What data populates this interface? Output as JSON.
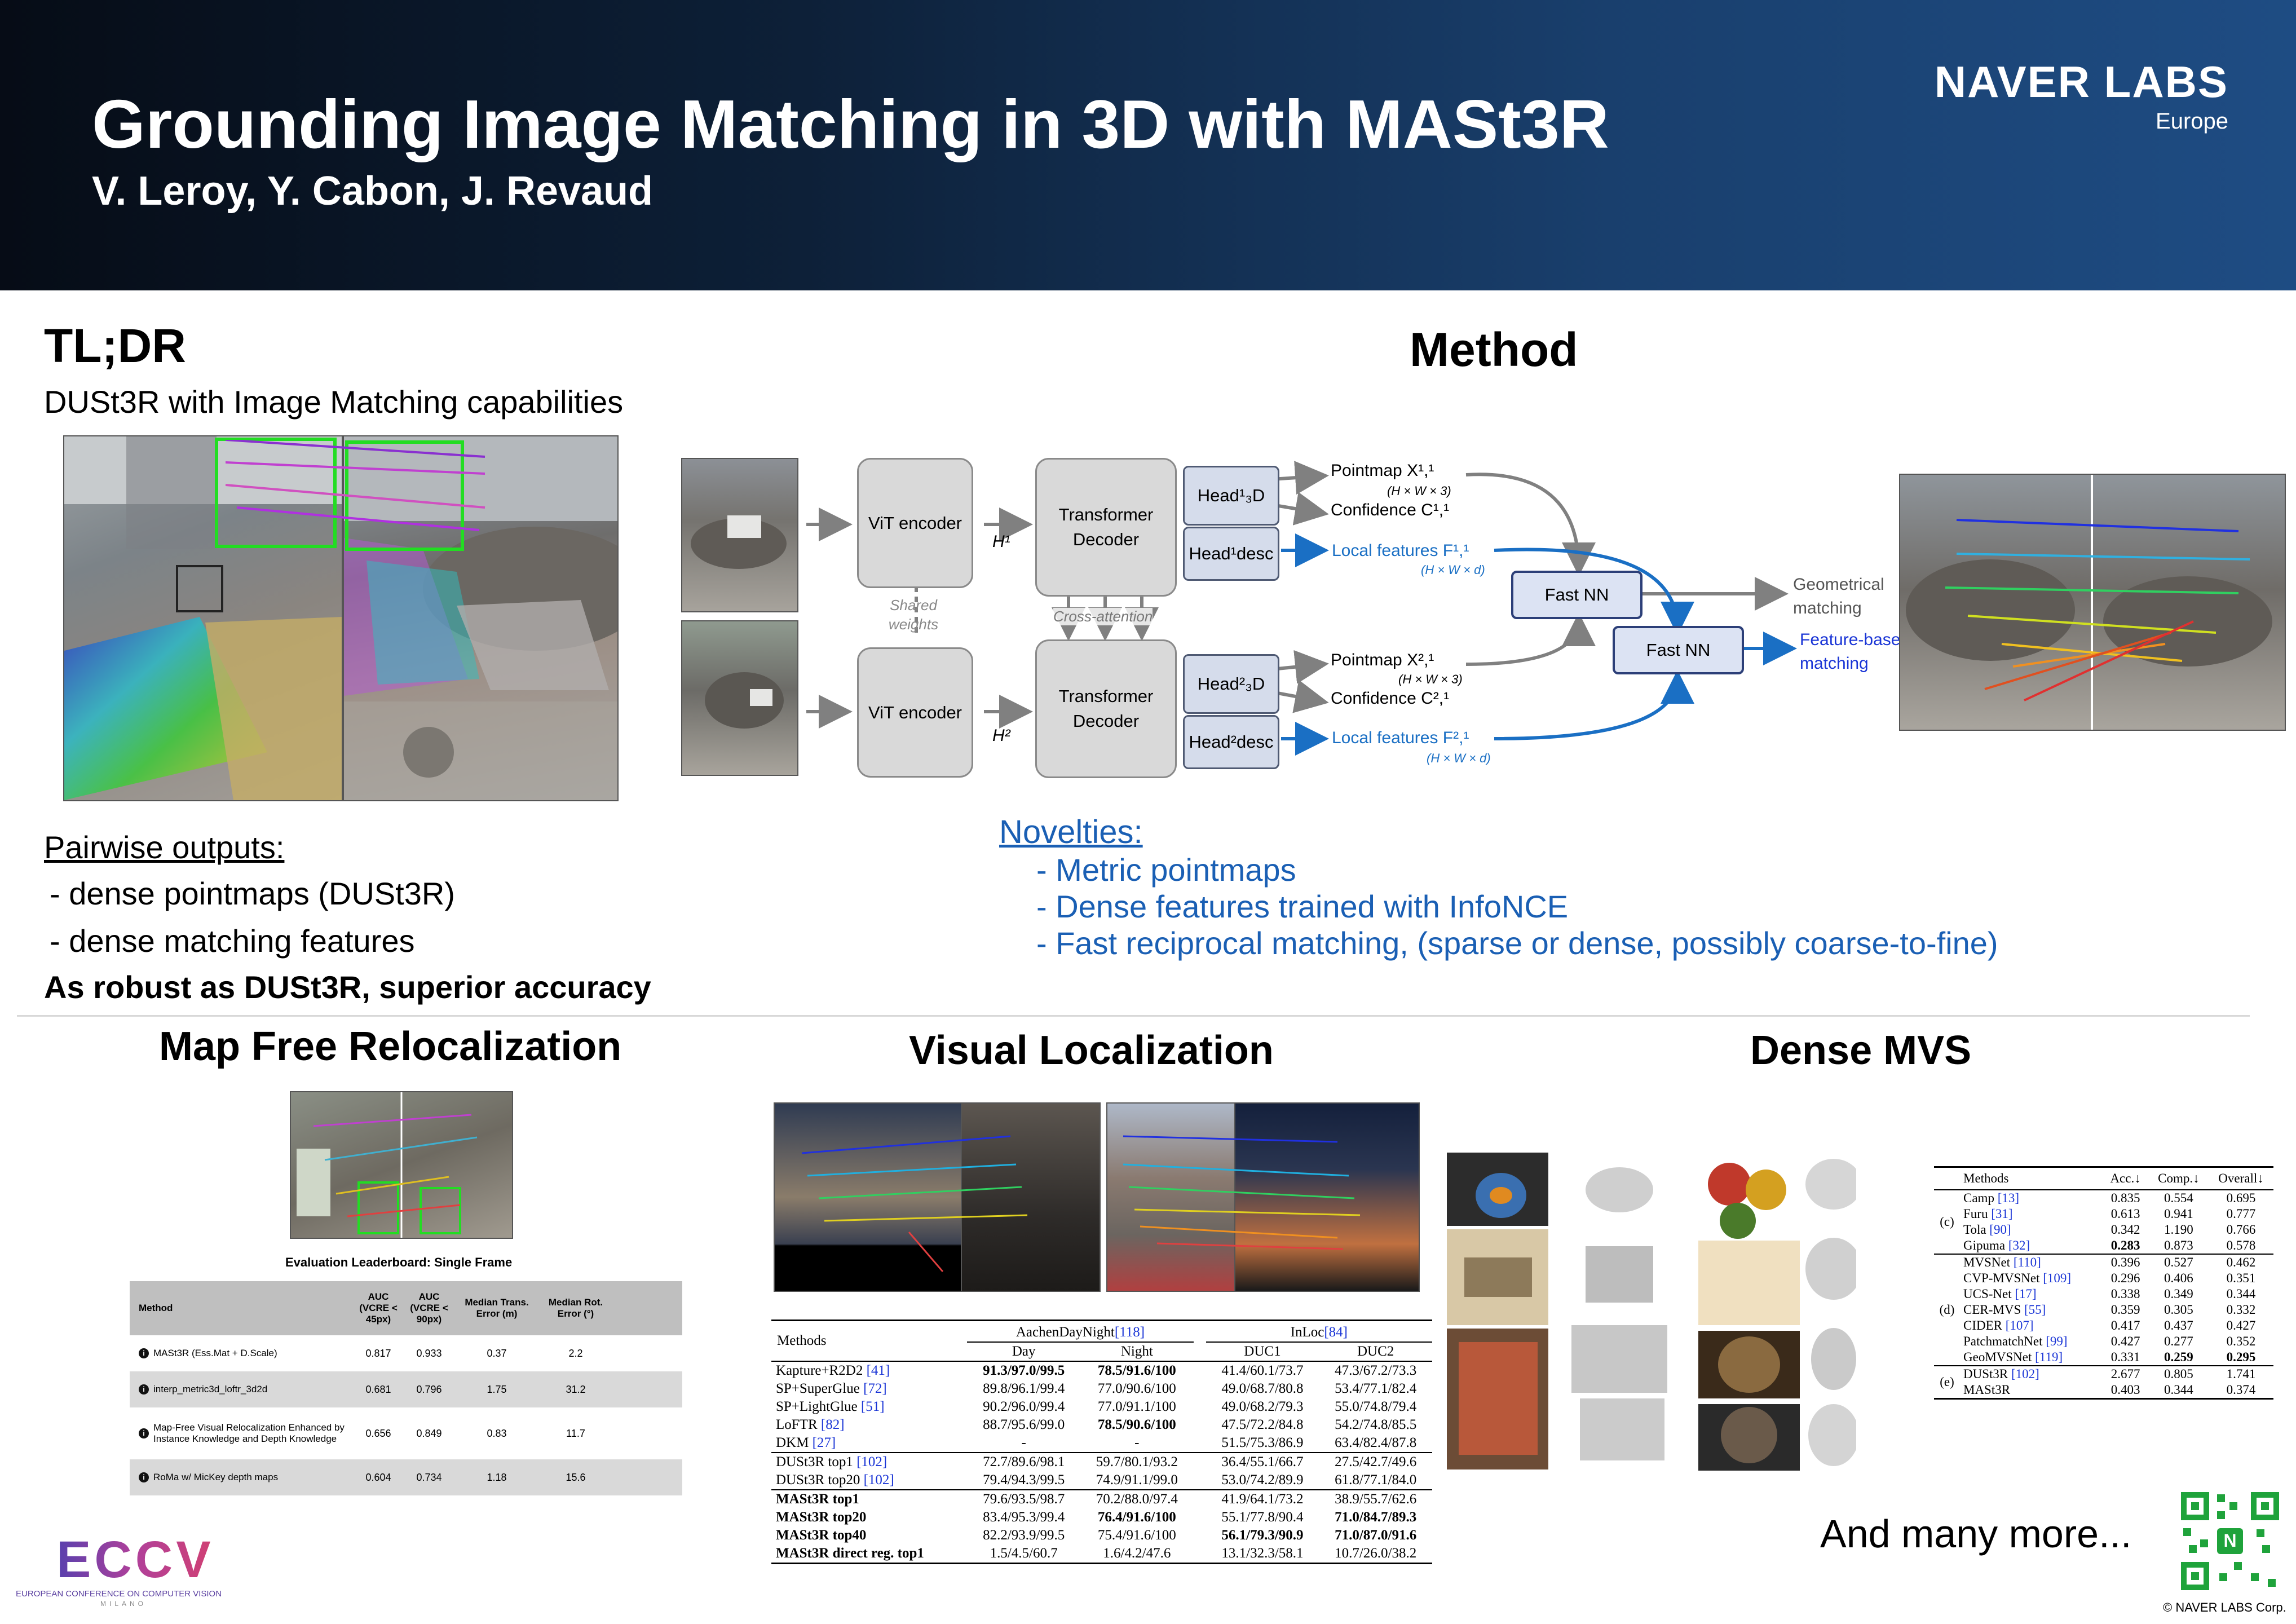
{
  "header": {
    "title": "Grounding Image Matching in 3D with MASt3R",
    "authors": "V. Leroy, Y. Cabon, J. Revaud",
    "logo_main": "NAVER LABS",
    "logo_sub": "Europe"
  },
  "tldr": {
    "heading": "TL;DR",
    "subtitle": "DUSt3R with Image Matching capabilities",
    "pairwise_heading": "Pairwise outputs:",
    "bullet1": "- dense pointmaps (DUSt3R)",
    "bullet2": "- dense matching features",
    "robust": "As robust as DUSt3R, superior accuracy"
  },
  "method": {
    "heading": "Method",
    "vit": "ViT encoder",
    "transformer": "Transformer Decoder",
    "h1": "H¹",
    "h2": "H²",
    "shared": "Shared weights",
    "cross": "Cross-attention",
    "head3d_1": "Head¹₃D",
    "headdesc_1": "Head¹desc",
    "head3d_2": "Head²₃D",
    "headdesc_2": "Head²desc",
    "pointmap1": "Pointmap X¹,¹",
    "confidence1": "Confidence C¹,¹",
    "local1": "Local features F¹,¹",
    "pointmap2": "Pointmap X²,¹",
    "confidence2": "Confidence C²,¹",
    "local2": "Local features F²,¹",
    "dim_hw3": "(H × W × 3)",
    "dim_hwd": "(H × W × d)",
    "fastnn1": "Fast NN",
    "fastnn2": "Fast NN",
    "geometrical": "Geometrical matching",
    "feature_based": "Feature-based matching"
  },
  "novelties": {
    "heading": "Novelties:",
    "items": [
      "- Metric pointmaps",
      "- Dense features trained with InfoNCE",
      "- Fast reciprocal matching, (sparse or dense, possibly coarse-to-fine)"
    ]
  },
  "mapfree": {
    "heading": "Map Free Relocalization",
    "leaderboard_title": "Evaluation Leaderboard: Single Frame",
    "cols": [
      "Method",
      "AUC (VCRE < 45px)",
      "AUC (VCRE < 90px)",
      "Median Trans. Error (m)",
      "Median Rot. Error (°)"
    ],
    "rows": [
      [
        "MASt3R (Ess.Mat + D.Scale)",
        "0.817",
        "0.933",
        "0.37",
        "2.2"
      ],
      [
        "interp_metric3d_loftr_3d2d",
        "0.681",
        "0.796",
        "1.75",
        "31.2"
      ],
      [
        "Map-Free Visual Relocalization Enhanced by Instance Knowledge and Depth Knowledge",
        "0.656",
        "0.849",
        "0.83",
        "11.7"
      ],
      [
        "RoMa w/ MicKey depth maps",
        "0.604",
        "0.734",
        "1.18",
        "15.6"
      ]
    ]
  },
  "visloc": {
    "heading": "Visual Localization",
    "col_methods": "Methods",
    "group1": "AachenDayNight[118]",
    "group2": "InLoc[84]",
    "sub": [
      "Day",
      "Night",
      "DUC1",
      "DUC2"
    ],
    "rows": [
      [
        "Kapture+R2D2 [41]",
        "91.3/97.0/99.5",
        "78.5/91.6/100",
        "41.4/60.1/73.7",
        "47.3/67.2/73.3"
      ],
      [
        "SP+SuperGlue [72]",
        "89.8/96.1/99.4",
        "77.0/90.6/100",
        "49.0/68.7/80.8",
        "53.4/77.1/82.4"
      ],
      [
        "SP+LightGlue [51]",
        "90.2/96.0/99.4",
        "77.0/91.1/100",
        "49.0/68.2/79.3",
        "55.0/74.8/79.4"
      ],
      [
        "LoFTR [82]",
        "88.7/95.6/99.0",
        "78.5/90.6/100",
        "47.5/72.2/84.8",
        "54.2/74.8/85.5"
      ],
      [
        "DKM [27]",
        "-",
        "-",
        "51.5/75.3/86.9",
        "63.4/82.4/87.8"
      ],
      [
        "DUSt3R top1 [102]",
        "72.7/89.6/98.1",
        "59.7/80.1/93.2",
        "36.4/55.1/66.7",
        "27.5/42.7/49.6"
      ],
      [
        "DUSt3R top20 [102]",
        "79.4/94.3/99.5",
        "74.9/91.1/99.0",
        "53.0/74.2/89.9",
        "61.8/77.1/84.0"
      ],
      [
        "MASt3R top1",
        "79.6/93.5/98.7",
        "70.2/88.0/97.4",
        "41.9/64.1/73.2",
        "38.9/55.7/62.6"
      ],
      [
        "MASt3R top20",
        "83.4/95.3/99.4",
        "76.4/91.6/100",
        "55.1/77.8/90.4",
        "71.0/84.7/89.3"
      ],
      [
        "MASt3R top40",
        "82.2/93.9/99.5",
        "75.4/91.6/100",
        "56.1/79.3/90.9",
        "71.0/87.0/91.6"
      ],
      [
        "MASt3R direct reg. top1",
        "1.5/4.5/60.7",
        "1.6/4.2/47.6",
        "13.1/32.3/58.1",
        "10.7/26.0/38.2"
      ]
    ]
  },
  "mvs": {
    "heading": "Dense MVS",
    "cols": [
      "Methods",
      "Acc.↓",
      "Comp.↓",
      "Overall↓"
    ],
    "groups": [
      {
        "label": "(c)",
        "rows": [
          [
            "Camp [13]",
            "0.835",
            "0.554",
            "0.695"
          ],
          [
            "Furu [31]",
            "0.613",
            "0.941",
            "0.777"
          ],
          [
            "Tola [90]",
            "0.342",
            "1.190",
            "0.766"
          ],
          [
            "Gipuma [32]",
            "0.283",
            "0.873",
            "0.578"
          ]
        ]
      },
      {
        "label": "(d)",
        "rows": [
          [
            "MVSNet [110]",
            "0.396",
            "0.527",
            "0.462"
          ],
          [
            "CVP-MVSNet [109]",
            "0.296",
            "0.406",
            "0.351"
          ],
          [
            "UCS-Net [17]",
            "0.338",
            "0.349",
            "0.344"
          ],
          [
            "CER-MVS [55]",
            "0.359",
            "0.305",
            "0.332"
          ],
          [
            "CIDER [107]",
            "0.417",
            "0.437",
            "0.427"
          ],
          [
            "PatchmatchNet [99]",
            "0.427",
            "0.277",
            "0.352"
          ],
          [
            "GeoMVSNet [119]",
            "0.331",
            "0.259",
            "0.295"
          ]
        ]
      },
      {
        "label": "(e)",
        "rows": [
          [
            "DUSt3R [102]",
            "2.677",
            "0.805",
            "1.741"
          ],
          [
            "MASt3R",
            "0.403",
            "0.344",
            "0.374"
          ]
        ]
      }
    ]
  },
  "footer": {
    "many_more": "And many more...",
    "copyright": "© NAVER LABS Corp.",
    "eccv": "ECCV",
    "eccv_sub": "EUROPEAN CONFERENCE ON COMPUTER VISION",
    "eccv_city": "MILANO"
  },
  "colors": {
    "header_dark": "#060c16",
    "header_light": "#1e4c83",
    "novelty_blue": "#1a5fb4",
    "local_feature_blue": "#1a6fc4",
    "feature_match_blue": "#1a35d6"
  }
}
